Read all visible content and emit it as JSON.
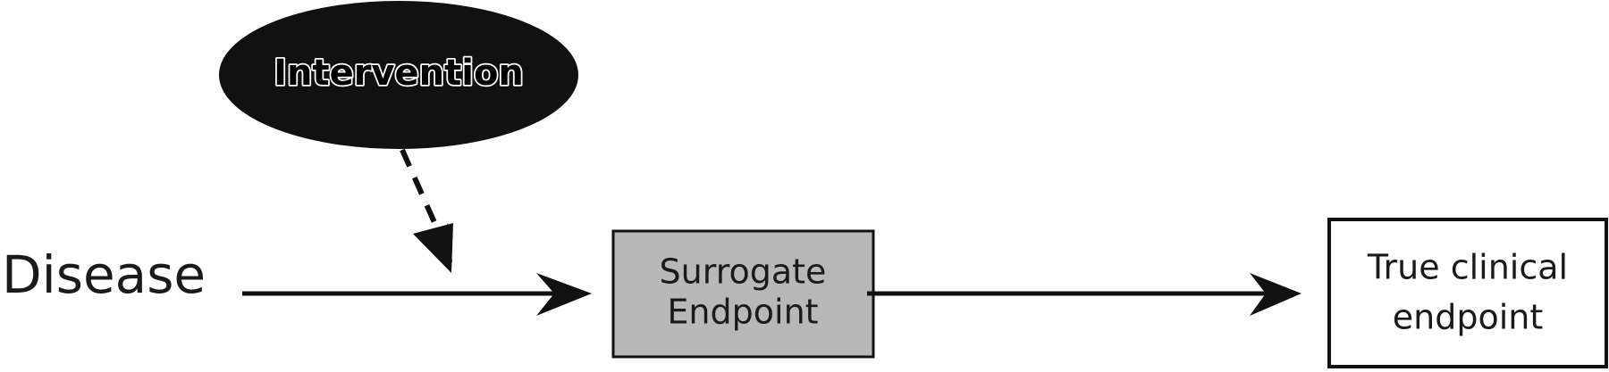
{
  "nodes": {
    "intervention": {
      "label": "Intervention",
      "fill": "#111111"
    },
    "disease": {
      "label": "Disease"
    },
    "surrogate": {
      "line1": "Surrogate",
      "line2": "Endpoint",
      "fill": "#b8b8b8"
    },
    "true_endpoint": {
      "line1": "True clinical",
      "line2": "endpoint",
      "fill": "#ffffff"
    }
  },
  "edges": [
    {
      "from": "disease",
      "to": "surrogate",
      "style": "solid"
    },
    {
      "from": "surrogate",
      "to": "true_endpoint",
      "style": "solid"
    },
    {
      "from": "intervention",
      "to": "disease-surrogate-edge",
      "style": "dashed"
    }
  ],
  "colors": {
    "line": "#111111",
    "border": "#111111"
  }
}
